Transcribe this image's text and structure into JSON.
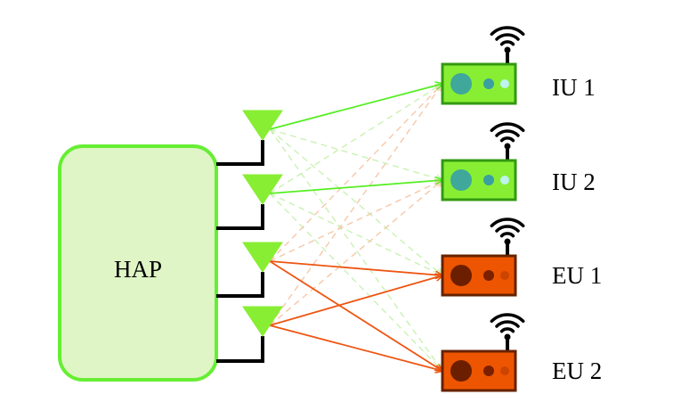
{
  "hub": {
    "label": "HAP"
  },
  "devices": [
    {
      "id": "iu1",
      "label": "IU 1",
      "kind": "IU"
    },
    {
      "id": "iu2",
      "label": "IU 2",
      "kind": "IU"
    },
    {
      "id": "eu1",
      "label": "EU 1",
      "kind": "EU"
    },
    {
      "id": "eu2",
      "label": "EU 2",
      "kind": "EU"
    }
  ],
  "antenna_count": 4,
  "links": {
    "solid_green": [
      [
        0,
        0
      ],
      [
        1,
        1
      ]
    ],
    "solid_orange": [
      [
        2,
        2
      ],
      [
        2,
        3
      ],
      [
        3,
        2
      ],
      [
        3,
        3
      ]
    ],
    "dashed_green": [
      [
        0,
        1
      ],
      [
        0,
        2
      ],
      [
        0,
        3
      ],
      [
        1,
        0
      ],
      [
        1,
        2
      ],
      [
        1,
        3
      ]
    ],
    "dashed_orange": [
      [
        2,
        0
      ],
      [
        2,
        1
      ],
      [
        3,
        0
      ],
      [
        3,
        1
      ]
    ]
  },
  "colors": {
    "hub_fill": "#dff5c6",
    "hub_stroke": "#66ee33",
    "antenna_fill": "#88ee33",
    "iu_body": "#88ee33",
    "iu_body_stroke": "#339911",
    "iu_dot_big": "#3fa89a",
    "iu_dot_mid": "#3a9fa0",
    "iu_dot_small": "#bff3ee",
    "eu_body": "#ee5500",
    "eu_body_stroke": "#662200",
    "eu_dot_big": "#6b1f00",
    "eu_dot_mid": "#7a2000",
    "eu_dot_small": "#cc4400",
    "green_line": "#55ee22",
    "orange_line": "#ee5511",
    "green_dash": "#c9f2b3",
    "orange_dash": "#f6c8a9"
  }
}
